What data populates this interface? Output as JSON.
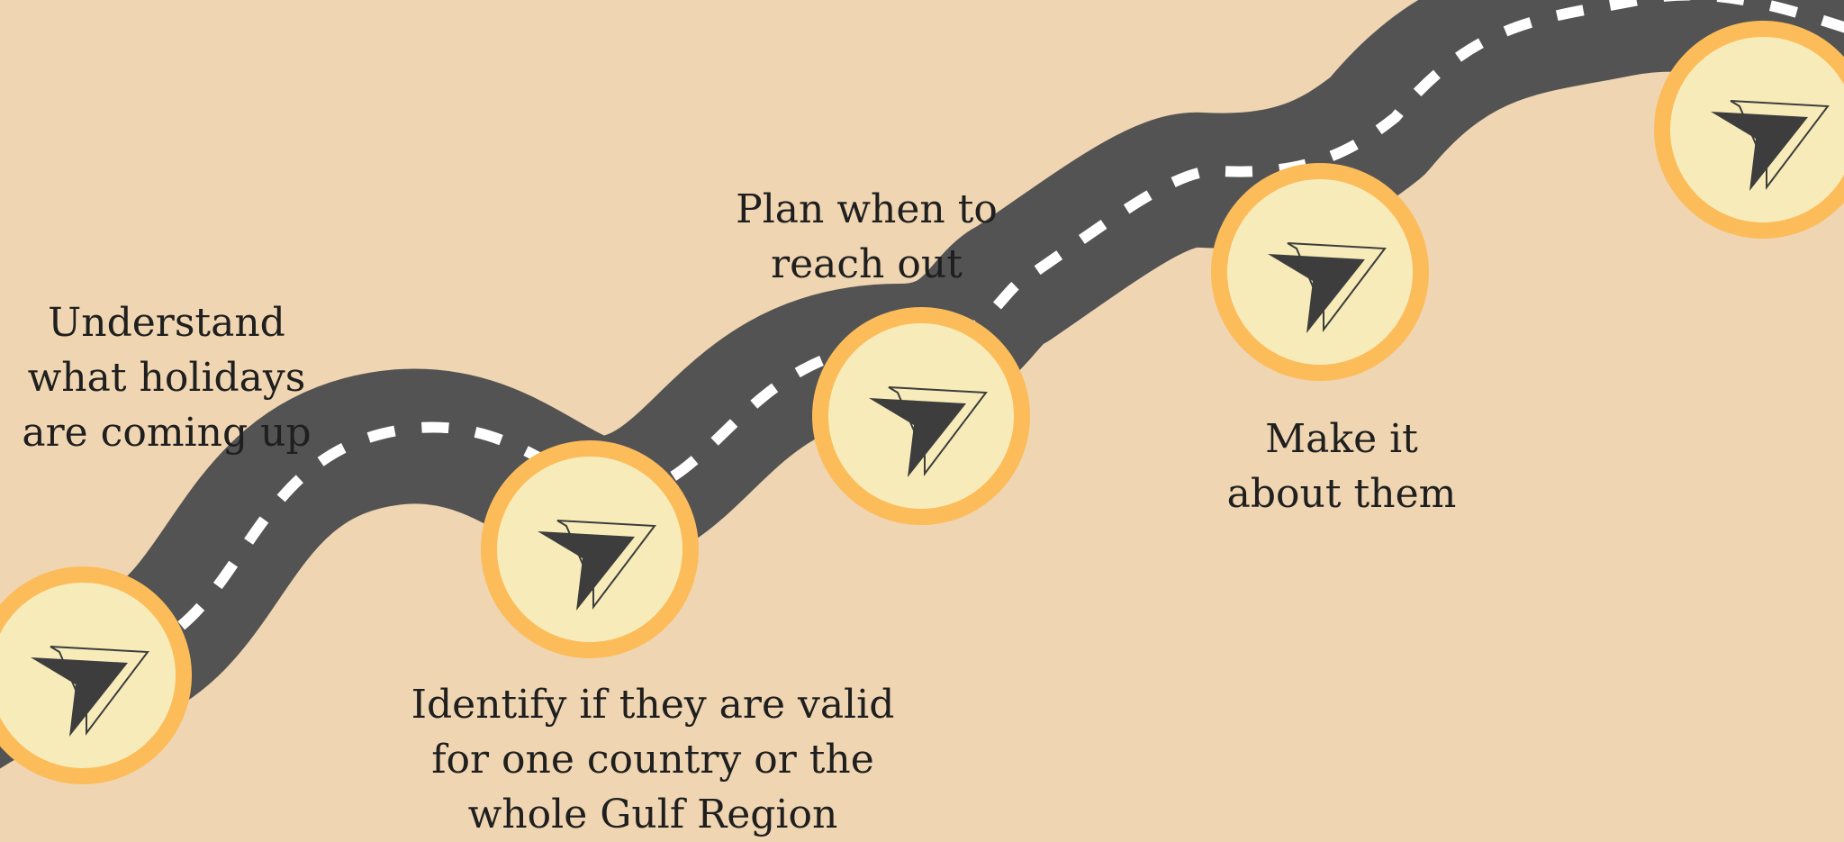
{
  "colors": {
    "background": "#EFD5B1",
    "road": "#535353",
    "road_dash": "#FFFFFF",
    "marker_ring": "#FCBC5A",
    "marker_fill": "#F7ECB9",
    "icon": "#3D3D3D",
    "text": "#1F1F1F"
  },
  "steps": [
    {
      "label": "Understand\nwhat holidays\nare coming up",
      "icon": "navigation-arrow-icon"
    },
    {
      "label": "Identify if they are valid\nfor one country or the\nwhole Gulf Region",
      "icon": "navigation-arrow-icon"
    },
    {
      "label": "Plan when to\nreach out",
      "icon": "navigation-arrow-icon"
    },
    {
      "label": "Make it\nabout them",
      "icon": "navigation-arrow-icon"
    },
    {
      "label": "",
      "icon": "navigation-arrow-icon"
    }
  ]
}
